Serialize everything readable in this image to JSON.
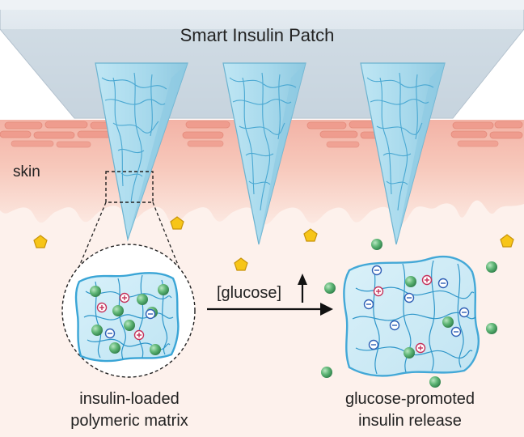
{
  "title": "Smart  Insulin Patch",
  "skin_label": "skin",
  "arrow_label": "[glucose]",
  "left_caption": {
    "line1": "insulin-loaded",
    "line2": "polymeric matrix"
  },
  "right_caption": {
    "line1": "glucose-promoted",
    "line2": "insulin release"
  },
  "icons": {
    "glucose": "yellow-pentagon",
    "insulin": "green-sphere",
    "positive_charge": "plus-circle",
    "negative_charge": "minus-circle",
    "increase": "up-arrow"
  },
  "colors": {
    "patch": "#c9d7e3",
    "needle": "#a9dcef",
    "skin_top": "#f0a79a",
    "skin_bottom": "#fbe6de",
    "glucose": "#f6c400",
    "insulin": "#4faa67",
    "plus": "#c5325b",
    "minus": "#2f5fb5"
  }
}
